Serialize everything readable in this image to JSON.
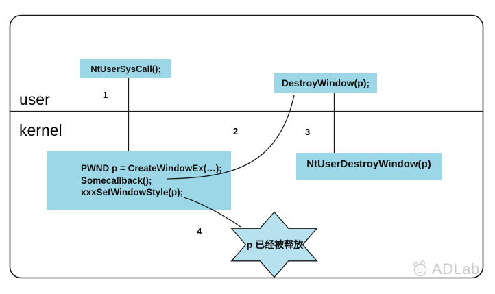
{
  "colors": {
    "background": "#ffffff",
    "box_fill": "#9cd7e7",
    "star_fill": "#b7e1ef",
    "line": "#1a1a1a",
    "watermark": "#c9c9c9"
  },
  "regions": {
    "user": "user",
    "kernel": "kernel"
  },
  "boxes": {
    "nt_user_sys_call": "NtUserSysCall();",
    "destroy_window": "DestroyWindow(p);",
    "create_window_lines": [
      "PWND p = CreateWindowEx(…);",
      "Somecallback();",
      "xxxSetWindowStyle(p);"
    ],
    "nt_user_destroy_window": "NtUserDestroyWindow(p)"
  },
  "step_labels": {
    "step1": "1",
    "step2": "2",
    "step3": "3",
    "step4": "4"
  },
  "star": {
    "label": "p 已经被释放"
  },
  "watermark": {
    "brand": "ADLab"
  }
}
